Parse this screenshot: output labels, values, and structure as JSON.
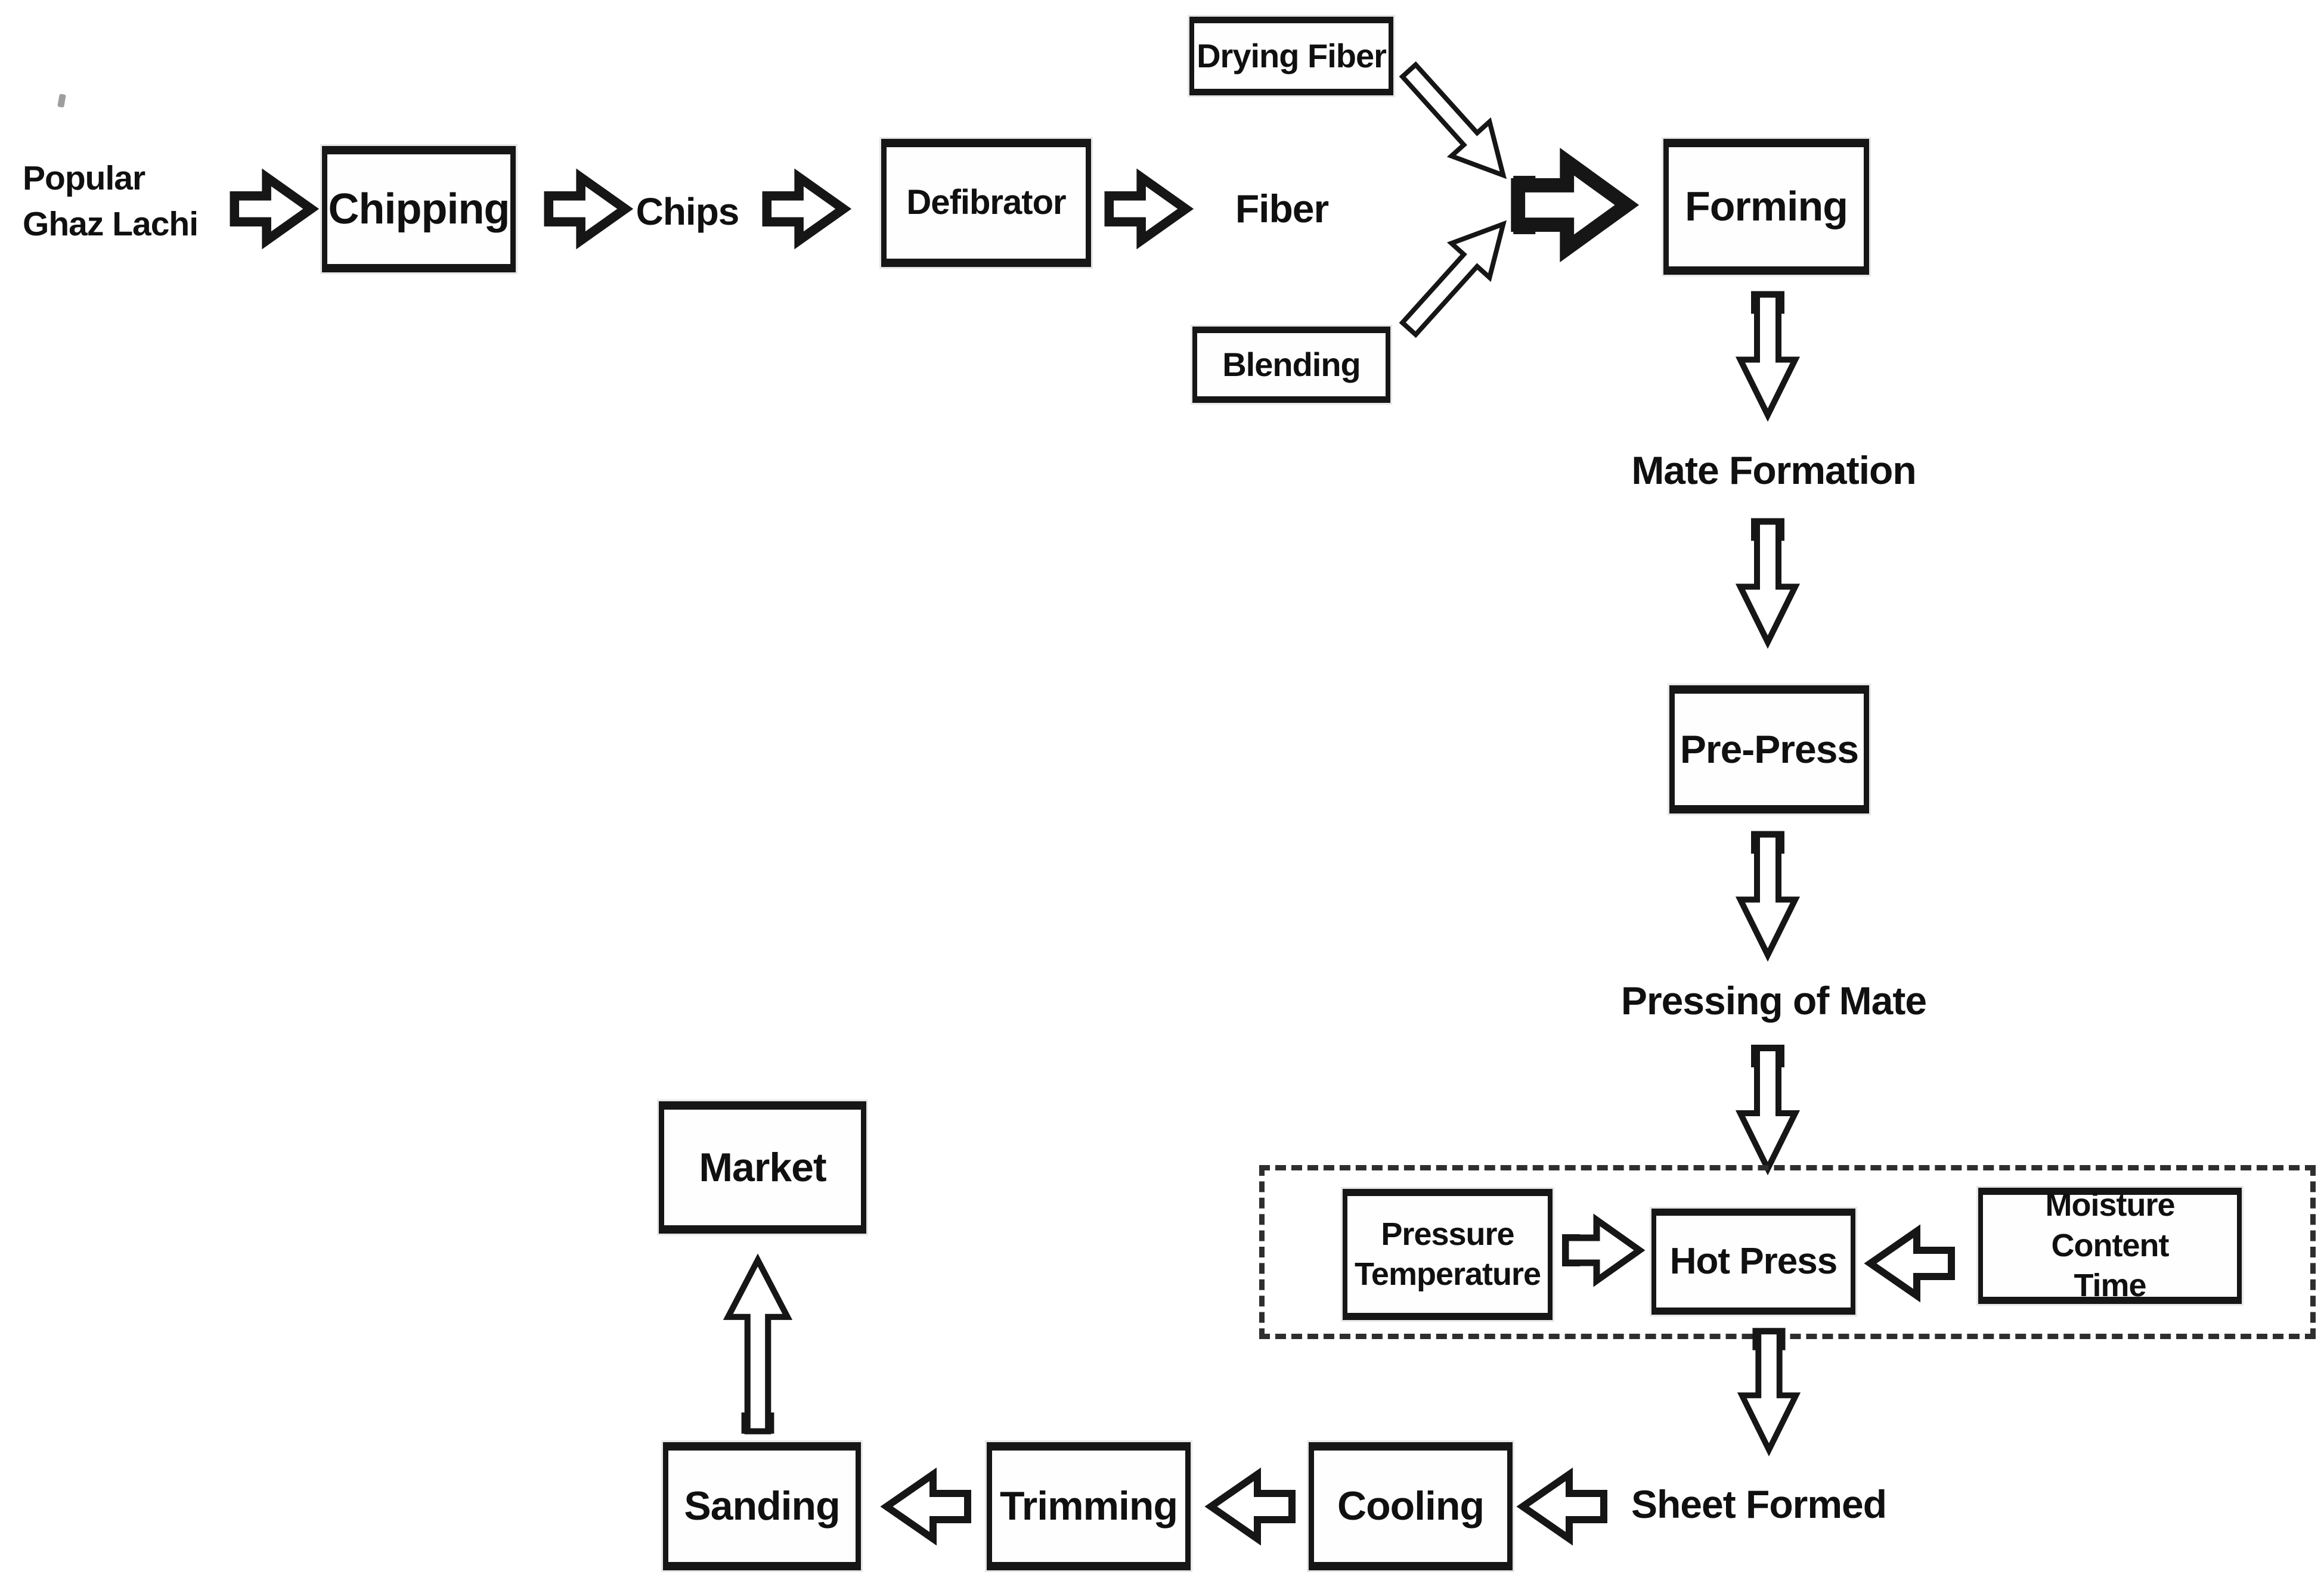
{
  "diagram": {
    "description": "Process flow diagram from raw material to market",
    "nodes": {
      "popular": {
        "label": "Popular\nGhaz Lachi"
      },
      "chipping": {
        "label": "Chipping"
      },
      "chips": {
        "label": "Chips"
      },
      "defibrator": {
        "label": "Defibrator"
      },
      "fiber": {
        "label": "Fiber"
      },
      "drying_fiber": {
        "label": "Drying Fiber"
      },
      "blending": {
        "label": "Blending"
      },
      "forming": {
        "label": "Forming"
      },
      "mate_formation": {
        "label": "Mate Formation"
      },
      "pre_press": {
        "label": "Pre-Press"
      },
      "pressing_of_mate": {
        "label": "Pressing of Mate"
      },
      "pressure_temperature": {
        "label": "Pressure\nTemperature"
      },
      "hot_press": {
        "label": "Hot Press"
      },
      "moisture_content_time": {
        "label": "Moisture Content\nTime"
      },
      "sheet_formed": {
        "label": "Sheet Formed"
      },
      "cooling": {
        "label": "Cooling"
      },
      "trimming": {
        "label": "Trimming"
      },
      "sanding": {
        "label": "Sanding"
      },
      "market": {
        "label": "Market"
      }
    },
    "edges": [
      {
        "from": "Popular Ghaz Lachi",
        "to": "Chipping"
      },
      {
        "from": "Chipping",
        "to": "Chips"
      },
      {
        "from": "Chips",
        "to": "Defibrator"
      },
      {
        "from": "Defibrator",
        "to": "Fiber"
      },
      {
        "from": "Drying Fiber",
        "to": "Forming"
      },
      {
        "from": "Fiber",
        "to": "Forming"
      },
      {
        "from": "Blending",
        "to": "Forming"
      },
      {
        "from": "Forming",
        "to": "Mate Formation"
      },
      {
        "from": "Mate Formation",
        "to": "Pre-Press"
      },
      {
        "from": "Pre-Press",
        "to": "Pressing of Mate"
      },
      {
        "from": "Pressing of Mate",
        "to": "Hot Press"
      },
      {
        "from": "Pressure Temperature",
        "to": "Hot Press"
      },
      {
        "from": "Moisture Content Time",
        "to": "Hot Press"
      },
      {
        "from": "Hot Press",
        "to": "Sheet Formed"
      },
      {
        "from": "Sheet Formed",
        "to": "Cooling"
      },
      {
        "from": "Cooling",
        "to": "Trimming"
      },
      {
        "from": "Trimming",
        "to": "Sanding"
      },
      {
        "from": "Sanding",
        "to": "Market"
      }
    ],
    "colors": {
      "ink": "#161616",
      "background": "#ffffff",
      "dashed_border": "#2e2e2e"
    }
  }
}
